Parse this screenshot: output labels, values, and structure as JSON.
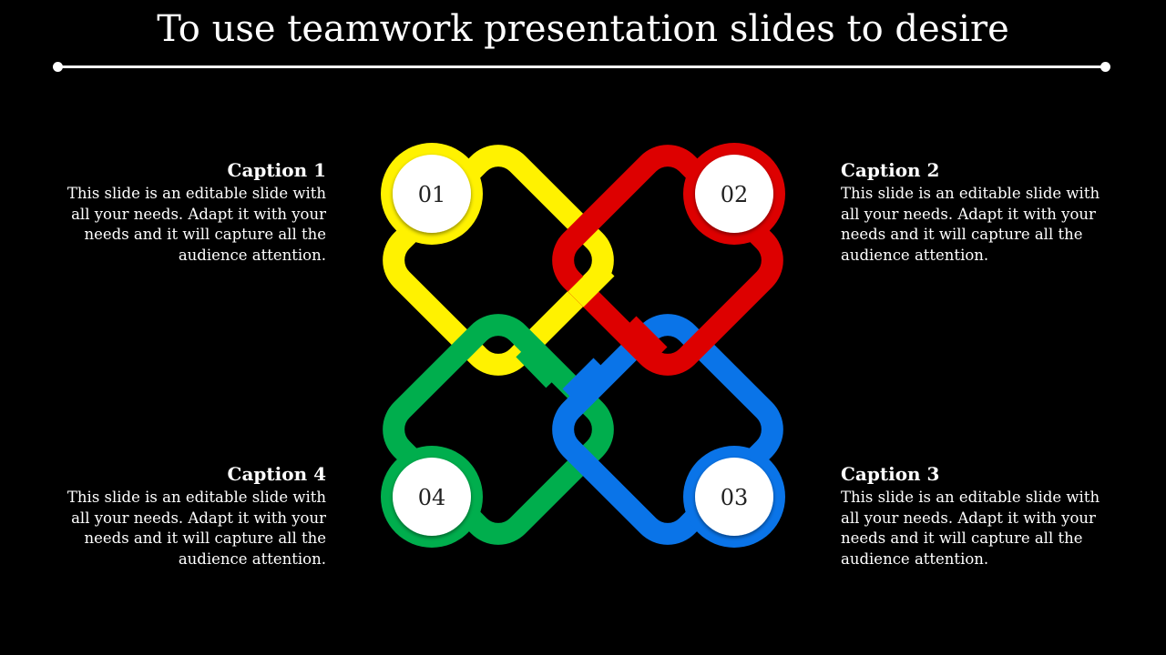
{
  "title": "To use teamwork presentation slides to desire",
  "colors": {
    "background": "#000000",
    "yellow": "#FFF200",
    "red": "#DD0000",
    "green": "#00AE4D",
    "blue": "#0A74E8"
  },
  "items": [
    {
      "number": "01",
      "color": "yellow",
      "caption": "Caption 1",
      "text": "This slide is an editable slide with all your needs. Adapt it with your needs and it will capture all the audience attention."
    },
    {
      "number": "02",
      "color": "red",
      "caption": "Caption 2",
      "text": "This slide is an editable slide with all your needs. Adapt it with your needs and it will capture all the audience attention."
    },
    {
      "number": "03",
      "color": "blue",
      "caption": "Caption 3",
      "text": "This slide is an editable slide with all your needs. Adapt it with your needs and it will capture all the audience attention."
    },
    {
      "number": "04",
      "color": "green",
      "caption": "Caption 4",
      "text": "This slide is an editable slide with all your needs. Adapt it with your needs and it will capture all the audience attention."
    }
  ]
}
